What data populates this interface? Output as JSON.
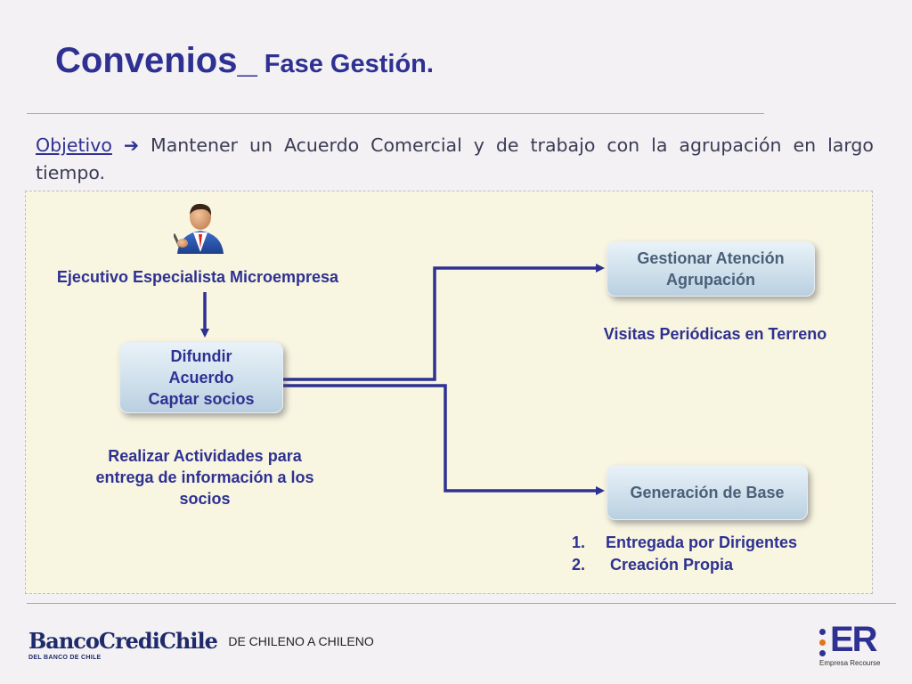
{
  "slide": {
    "title_main": "Convenios_",
    "title_sub": " Fase Gestión.",
    "objective_label": "Objetivo",
    "objective_arrow": "➔",
    "objective_text": " Mantener un Acuerdo Comercial y de trabajo con la agrupación en largo tiempo."
  },
  "diagram": {
    "person_label": "Ejecutivo Especialista Microempresa",
    "difundir_lines": [
      "Difundir",
      "Acuerdo",
      "Captar socios"
    ],
    "activities_lines": [
      "Realizar Actividades para",
      "entrega de información a los",
      "socios"
    ],
    "gestionar_lines": [
      "Gestionar Atención",
      "Agrupación"
    ],
    "visitas": "Visitas Periódicas en Terreno",
    "generacion": "Generación de Base",
    "base_items": [
      {
        "num": "1.",
        "text": "Entregada por Dirigentes"
      },
      {
        "num": "2.",
        "text": " Creación Propia"
      }
    ]
  },
  "footer": {
    "bank_brand": "BancoCrediChile",
    "bank_tagline": "DE CHILENO A CHILENO",
    "bank_small": "DEL BANCO DE CHILE",
    "er_logo": "ER",
    "er_caption": "Empresa Recourse"
  },
  "colors": {
    "title": "#2e3192",
    "panel": "#f8f5e0",
    "connector": "#2e3192",
    "box_text": "#4a6079"
  },
  "icons": [
    "businessman-icon",
    "arrow-right-icon"
  ]
}
